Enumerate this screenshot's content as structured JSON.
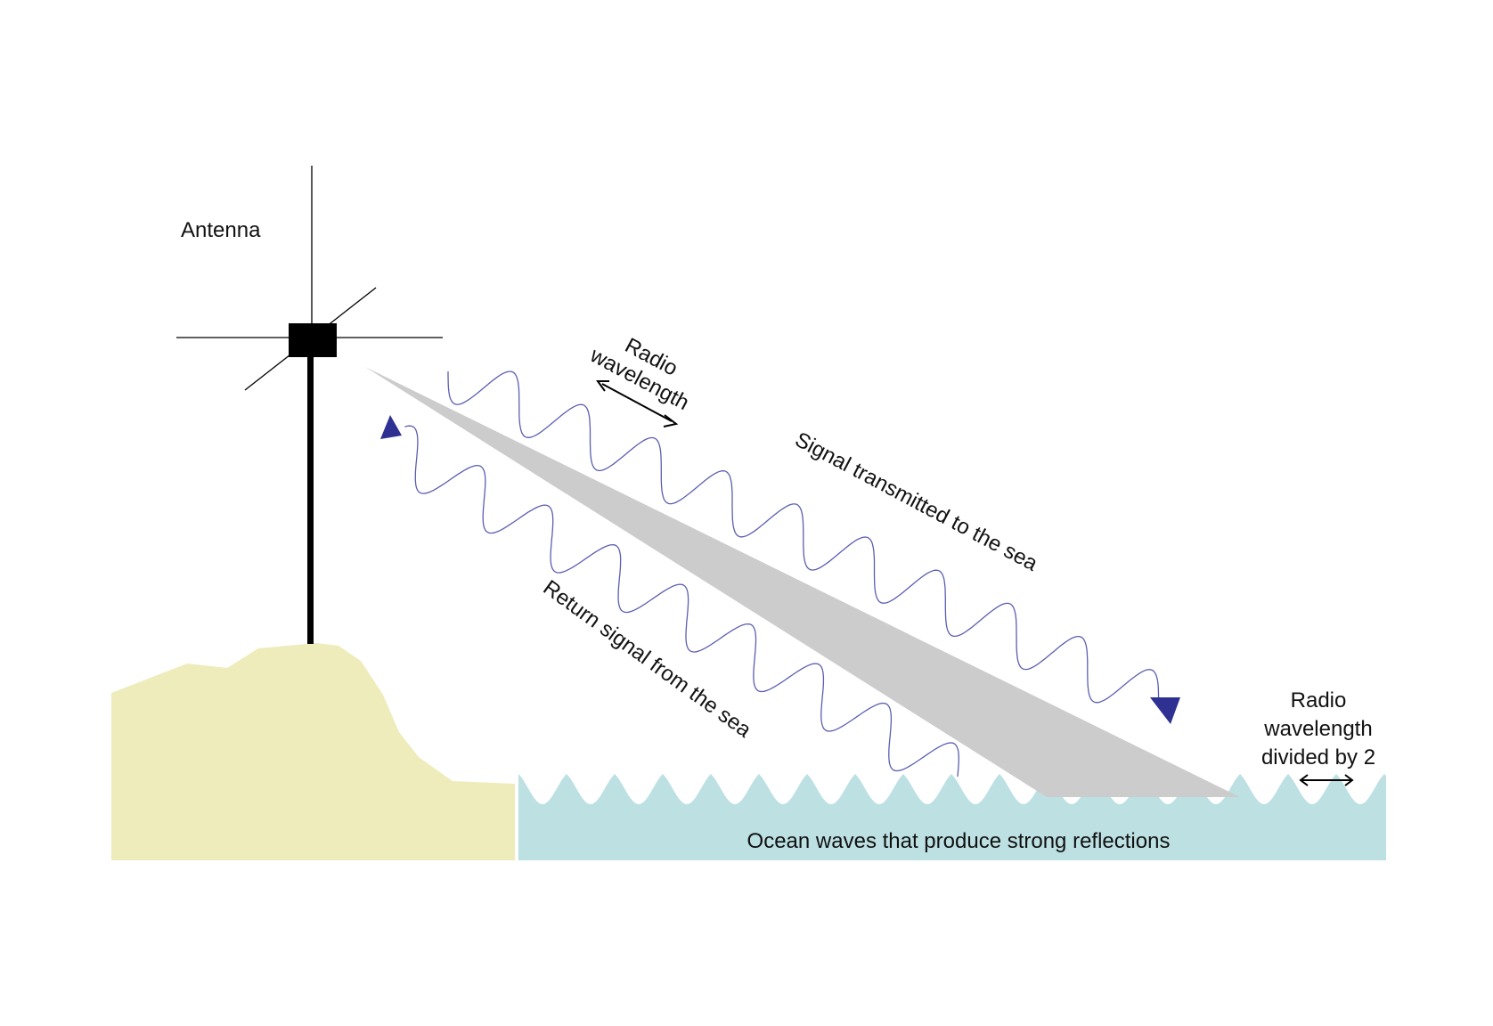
{
  "labels": {
    "antenna": "Antenna",
    "radio_wavelength_line1": "Radio",
    "radio_wavelength_line2": "wavelength",
    "signal_transmitted": "Signal transmitted to the sea",
    "return_signal": "Return signal from the sea",
    "half_wavelength_line1": "Radio",
    "half_wavelength_line2": "wavelength",
    "half_wavelength_line3": "divided by 2",
    "ocean_waves": "Ocean waves that produce strong reflections"
  },
  "colors": {
    "land": "#efecbc",
    "sea": "#bde0e3",
    "beam": "#cccccc",
    "signal_wave": "#5a5fb0",
    "arrowhead": "#2e3192",
    "mast": "#000000"
  }
}
